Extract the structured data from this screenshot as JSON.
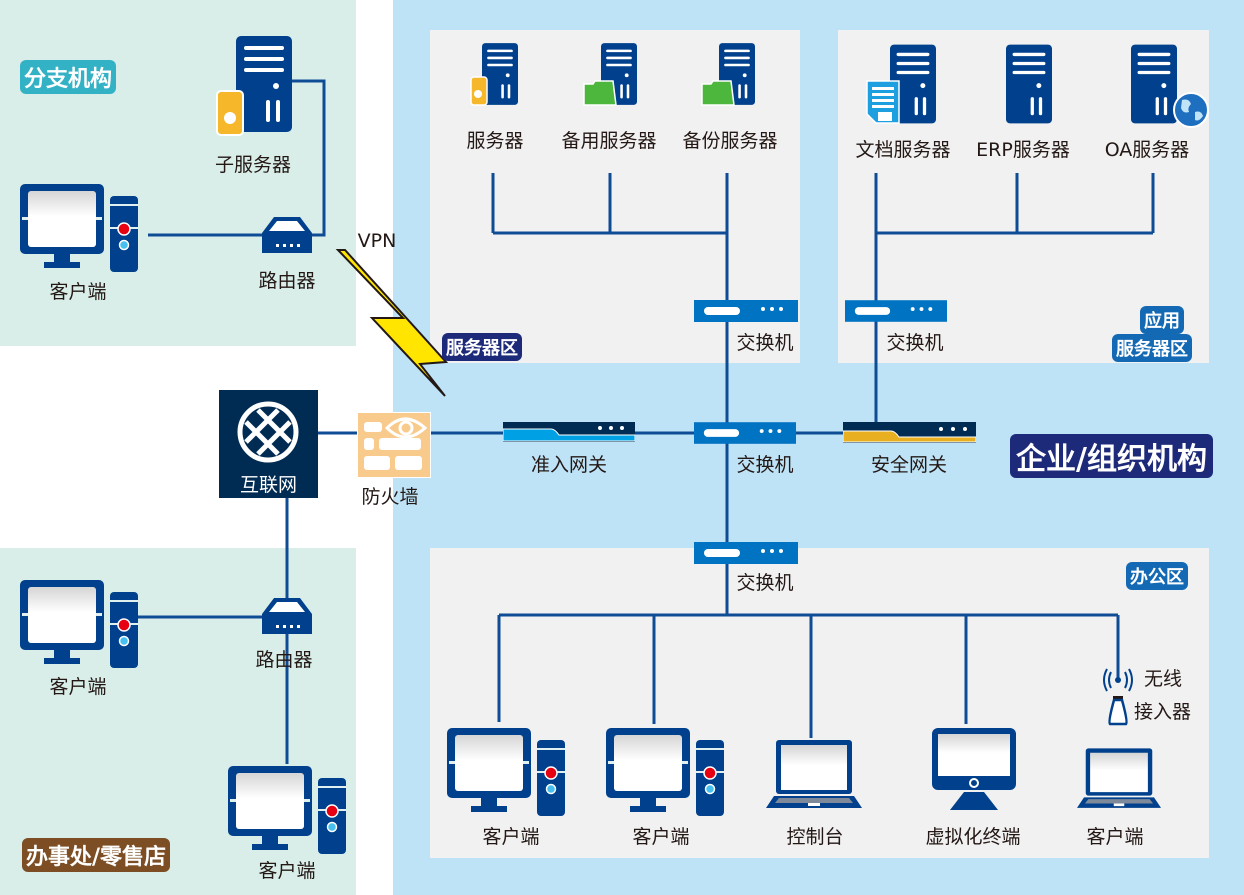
{
  "colors": {
    "line": "#0f4c96",
    "device_dark": "#00408c",
    "switch_blue": "#0073c2",
    "gateway_dark": "#002b52",
    "branch_bg": "#daeee9",
    "enterprise_bg": "#bee3f7",
    "zone_bg": "#f1f1f1",
    "yellow": "#f6b72a",
    "green": "#4db63c",
    "firewall": "#f8cb8c",
    "red_dot": "#e60012",
    "cyan_dot": "#47c0ef"
  },
  "regions": {
    "branch": "分支机构",
    "office_retail": "办事处/零售店",
    "enterprise": "企业/组织机构",
    "server_zone": "服务器区",
    "app_server_zone_line1": "应用",
    "app_server_zone_line2": "服务器区",
    "office_zone": "办公区"
  },
  "branch": {
    "sub_server": "子服务器",
    "client": "客户端",
    "router": "路由器",
    "vpn": "VPN"
  },
  "internet": {
    "internet": "互联网",
    "firewall": "防火墙"
  },
  "office_retail": {
    "client1": "客户端",
    "router": "路由器",
    "client2": "客户端"
  },
  "server_zone": {
    "servers": [
      "服务器",
      "备用服务器",
      "备份服务器"
    ],
    "switch": "交换机"
  },
  "app_zone": {
    "servers": [
      "文档服务器",
      "ERP服务器",
      "OA服务器"
    ],
    "switch": "交换机"
  },
  "core": {
    "access_gateway": "准入网关",
    "core_switch": "交换机",
    "security_gateway": "安全网关"
  },
  "office_zone": {
    "switch": "交换机",
    "wireless_line1": "无线",
    "wireless_line2": "接入器",
    "devices": [
      "客户端",
      "客户端",
      "控制台",
      "虚拟化终端",
      "客户端"
    ]
  }
}
